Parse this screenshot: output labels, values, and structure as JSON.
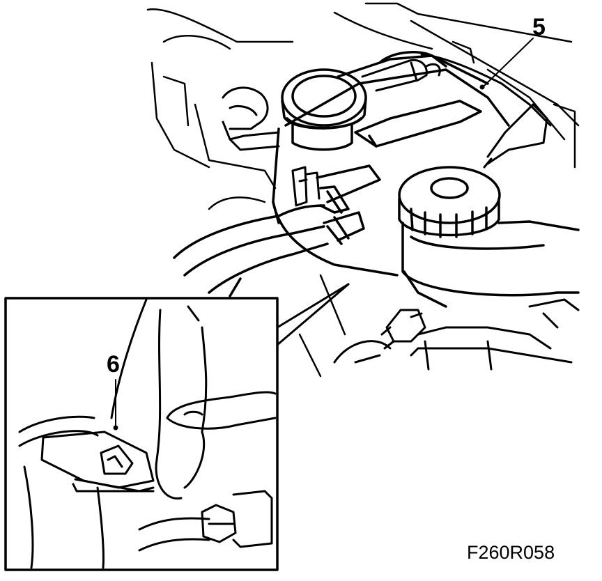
{
  "callouts": {
    "item_5": "5",
    "item_6": "6"
  },
  "figure_id": "F260R058",
  "colors": {
    "ink": "#000000",
    "paper": "#ffffff"
  }
}
